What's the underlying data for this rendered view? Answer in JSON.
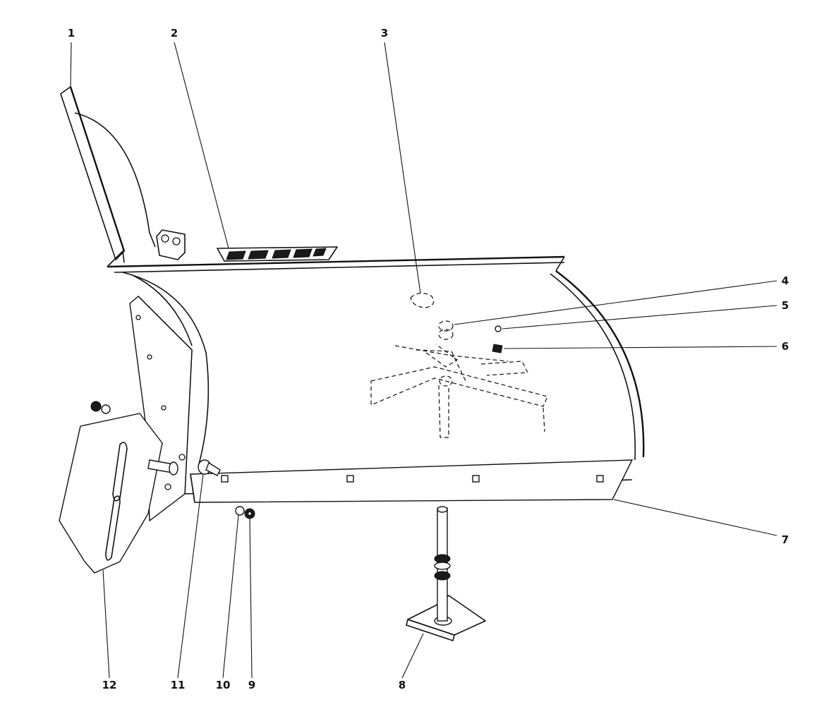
{
  "callouts": [
    {
      "number": "1"
    },
    {
      "number": "2"
    },
    {
      "number": "3"
    },
    {
      "number": "4"
    },
    {
      "number": "5"
    },
    {
      "number": "6"
    },
    {
      "number": "7"
    },
    {
      "number": "8"
    },
    {
      "number": "9"
    },
    {
      "number": "10"
    },
    {
      "number": "11"
    },
    {
      "number": "12"
    }
  ]
}
